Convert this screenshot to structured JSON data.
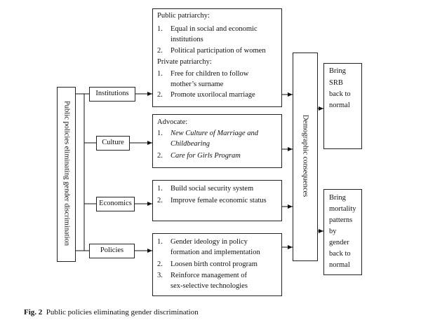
{
  "left_box": {
    "label": "Public policies eliminating gender discrimination"
  },
  "categories": [
    {
      "label": "Institutions"
    },
    {
      "label": "Culture"
    },
    {
      "label": "Economics"
    },
    {
      "label": "Policies"
    }
  ],
  "institutions_box": {
    "heading_public": "Public patriarchy:",
    "public_items": [
      {
        "num": "1.",
        "lines": [
          "Equal in social and economic",
          "institutions"
        ]
      },
      {
        "num": "2.",
        "lines": [
          "Political participation of women"
        ]
      }
    ],
    "heading_private": "Private patriarchy:",
    "private_items": [
      {
        "num": "1.",
        "lines": [
          "Free for children to follow",
          "mother’s surname"
        ]
      },
      {
        "num": "2.",
        "lines": [
          "Promote uxorilocal marriage"
        ]
      }
    ]
  },
  "culture_box": {
    "heading": "Advocate:",
    "items": [
      {
        "num": "1.",
        "lines": [
          "New Culture of Marriage and",
          "Childbearing"
        ]
      },
      {
        "num": "2.",
        "lines": [
          "Care for Girls Program"
        ]
      }
    ]
  },
  "economics_box": {
    "items": [
      {
        "num": "1.",
        "lines": [
          "Build social security system"
        ]
      },
      {
        "num": "2.",
        "lines": [
          "Improve female economic status"
        ]
      }
    ]
  },
  "policies_box": {
    "items": [
      {
        "num": "1.",
        "lines": [
          "Gender ideology in policy",
          "formation and implementation"
        ]
      },
      {
        "num": "2.",
        "lines": [
          "Loosen birth control program"
        ]
      },
      {
        "num": "3.",
        "lines": [
          "Reinforce management of",
          "sex-selective technologies"
        ]
      }
    ]
  },
  "demographic_box": {
    "label": "Demographic consequences"
  },
  "outcomes": [
    {
      "lines": [
        "Bring",
        "SRB",
        "back to",
        "normal"
      ]
    },
    {
      "lines": [
        "Bring",
        "mortality",
        "patterns",
        "by",
        "gender",
        "back to",
        "normal"
      ]
    }
  ],
  "caption": {
    "fig": "Fig. 2",
    "text": "Public policies eliminating gender discrimination"
  }
}
